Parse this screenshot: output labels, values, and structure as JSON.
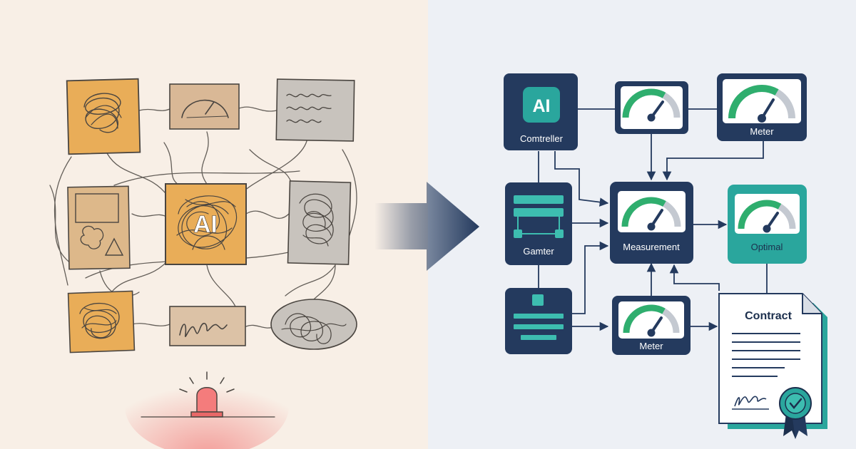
{
  "colors": {
    "left_bg": "#f8efe6",
    "right_bg": "#edf0f5",
    "navy": "#243a5e",
    "navy_dark": "#1c2f4d",
    "teal": "#2aa69d",
    "teal_light": "#3dbdb0",
    "gauge_green": "#2fae6e",
    "gauge_gray": "#c4c9d1",
    "sketch_orange": "#e9ad58",
    "sketch_tan": "#ddb88a",
    "sketch_gray": "#c8c3bd",
    "siren_red": "#ef5b5b"
  },
  "left": {
    "center_text": "AI"
  },
  "right": {
    "controller": {
      "badge": "AI",
      "label": "Comtreller"
    },
    "gamter": {
      "label": "Gamter"
    },
    "measurement": {
      "label": "Measurement"
    },
    "meter_top": {
      "label": "Meter"
    },
    "meter_bottom": {
      "label": "Meter"
    },
    "optimal": {
      "label": "Optimal"
    },
    "contract": {
      "title": "Contract"
    }
  },
  "icons": {
    "siren": "alarm-siren-icon",
    "arrow": "right-arrow-icon",
    "gauge": "gauge-icon",
    "seal": "certification-seal-icon",
    "signature": "signature-icon"
  }
}
